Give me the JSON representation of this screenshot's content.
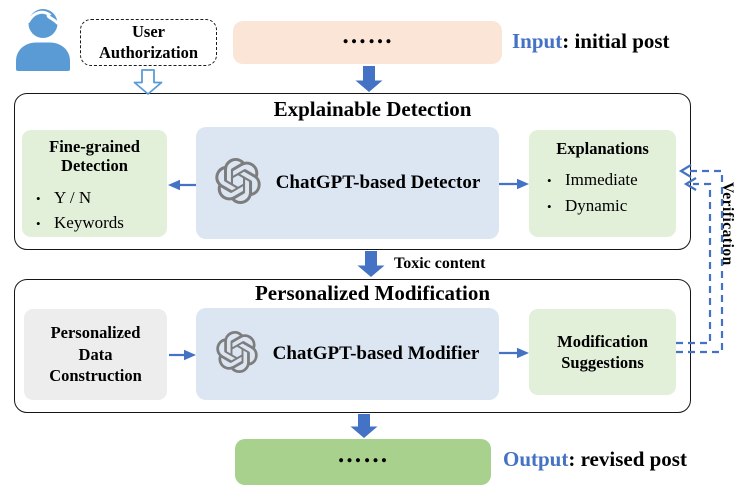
{
  "ui": {
    "bullet": "•"
  },
  "colors": {
    "accent_blue": "#4472c4",
    "person_blue": "#5b9bd5",
    "peach_box": "#fbe5d6",
    "light_green_box": "#e2efd9",
    "output_green_box": "#a9d18e",
    "light_blue_box": "#dbe6f2",
    "gray_box": "#ededed",
    "logo_gray": "#7d7d7d"
  },
  "top": {
    "user_authorization": "User Authorization",
    "input_dots": "……",
    "input_label": "Input",
    "input_desc": ": initial post"
  },
  "detection": {
    "title": "Explainable Detection",
    "fine_grained": {
      "title": "Fine-grained Detection",
      "bullets": [
        "Y / N",
        "Keywords"
      ]
    },
    "detector_label": "ChatGPT-based Detector",
    "explanations": {
      "title": "Explanations",
      "bullets": [
        "Immediate",
        "Dynamic"
      ]
    }
  },
  "flow": {
    "toxic_content": "Toxic content",
    "verification": "Verification"
  },
  "modification": {
    "title": "Personalized Modification",
    "data_construction": "Personalized Data Construction",
    "modifier_label": "ChatGPT-based Modifier",
    "suggestions": "Modification Suggestions"
  },
  "output": {
    "dots": "……",
    "label": "Output",
    "desc": ": revised post"
  }
}
